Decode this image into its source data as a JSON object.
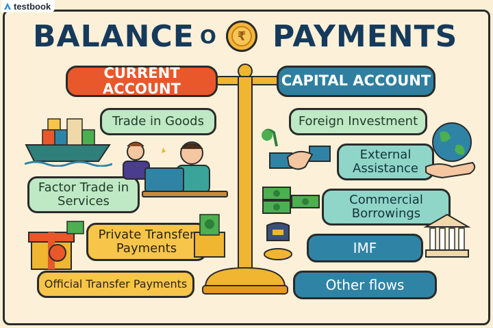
{
  "brand": {
    "name": "testbook",
    "icon": "testbook-logo-icon"
  },
  "title": {
    "left": "BALANCE",
    "connector": "O",
    "right": "PAYMENTS",
    "coin_symbol": "₹"
  },
  "current_account": {
    "heading": "CURRENT ACCOUNT",
    "items": [
      "Trade in Goods",
      "Factor Trade in\nServices",
      "Private Transfer\nPayments",
      "Official Transfer Payments"
    ]
  },
  "capital_account": {
    "heading": "CAPITAL ACCOUNT",
    "items": [
      "Foreign Investment",
      "External\nAssistance",
      "Commercial\nBorrowings",
      "IMF",
      "Other flows"
    ]
  },
  "colors": {
    "background": "#fcf1d8",
    "current_heading": "#e9582a",
    "capital_heading": "#2f7fa0",
    "title_text": "#163a5c",
    "scale_gold": "#f0b531"
  },
  "icons": [
    "cargo-ship-icon",
    "people-laptop-icon",
    "gift-box-icon",
    "handshake-icon",
    "globe-hand-icon",
    "money-stack-icon",
    "bank-building-icon",
    "safe-icon"
  ]
}
